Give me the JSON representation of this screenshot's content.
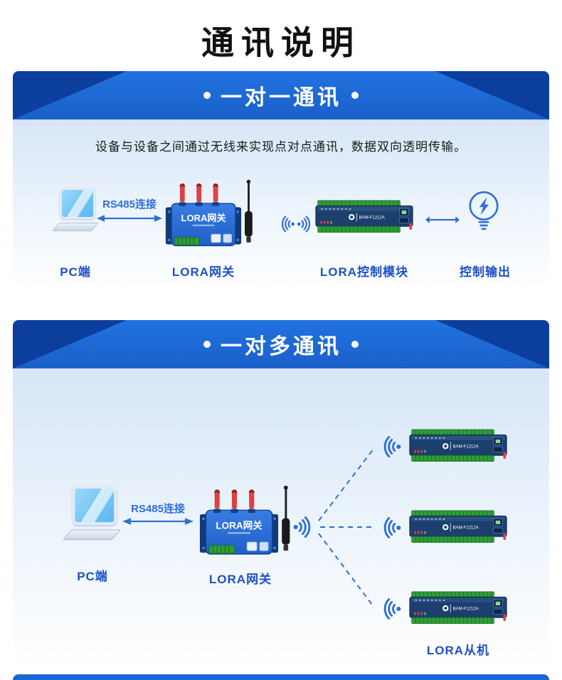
{
  "title": "通讯说明",
  "dot": "•",
  "s1": {
    "heading": "一对一通讯",
    "description": "设备与设备之间通过无线来实现点对点通讯，数据双向透明传输。",
    "rs485": "RS485连接",
    "pc_label": "PC端",
    "gateway_label": "LORA网关",
    "module_label": "LORA控制模块",
    "output_label": "控制输出",
    "gateway_device_text": "LORA网关",
    "module_device_text": "BAM-F1212A"
  },
  "s2": {
    "heading": "一对多通讯",
    "rs485": "RS485连接",
    "pc_label": "PC端",
    "gateway_label": "LORA网关",
    "slave_label": "LORA从机",
    "gateway_device_text": "LORA网关",
    "module_device_text": "BAM-F1212A"
  },
  "colors": {
    "accent_blue": "#2e6fd6",
    "header_blue": "#1a5fc9",
    "header_fold_navy": "#0b3e9d",
    "label_blue": "#1d50c8",
    "device_navy": "#1d3f6e",
    "terminal_green": "#2f9e38",
    "antenna_red": "#e04040"
  }
}
